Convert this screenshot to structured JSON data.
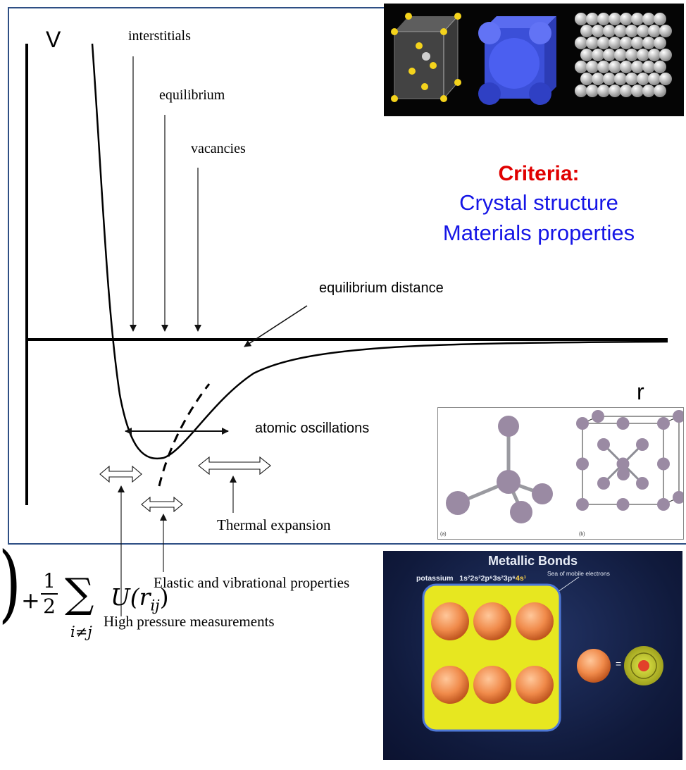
{
  "axes": {
    "y_label": "V",
    "x_label": "r"
  },
  "arrow_labels": {
    "interstitials": "interstitials",
    "equilibrium": "equilibrium",
    "vacancies": "vacancies",
    "equilibrium_distance": "equilibrium distance",
    "atomic_oscillations": "atomic oscillations",
    "thermal_expansion": "Thermal expansion",
    "elastic": "Elastic and vibrational properties",
    "high_pressure": "High pressure measurements"
  },
  "criteria": {
    "heading": "Criteria:",
    "line1": "Crystal structure",
    "line2": "Materials properties"
  },
  "bonding_figure": {
    "label_a": "(a)",
    "label_b": "(b)"
  },
  "metallic_slide": {
    "title": "Metallic Bonds",
    "element": "potassium",
    "config_main": "1s²2s²2p⁶3s²3p⁶",
    "config_valence": "4s¹",
    "callout": "Sea of mobile electrons",
    "equals": "="
  },
  "equation": {
    "paren": ")",
    "plus": "+",
    "numerator": "1",
    "denominator": "2",
    "sum": "∑",
    "subscript": "i≠j",
    "function": "U(r",
    "index": "ij",
    "close": ")"
  },
  "colors": {
    "frame": "#2e4f84",
    "criteria_heading": "#e00000",
    "criteria_text": "#1515e6"
  }
}
